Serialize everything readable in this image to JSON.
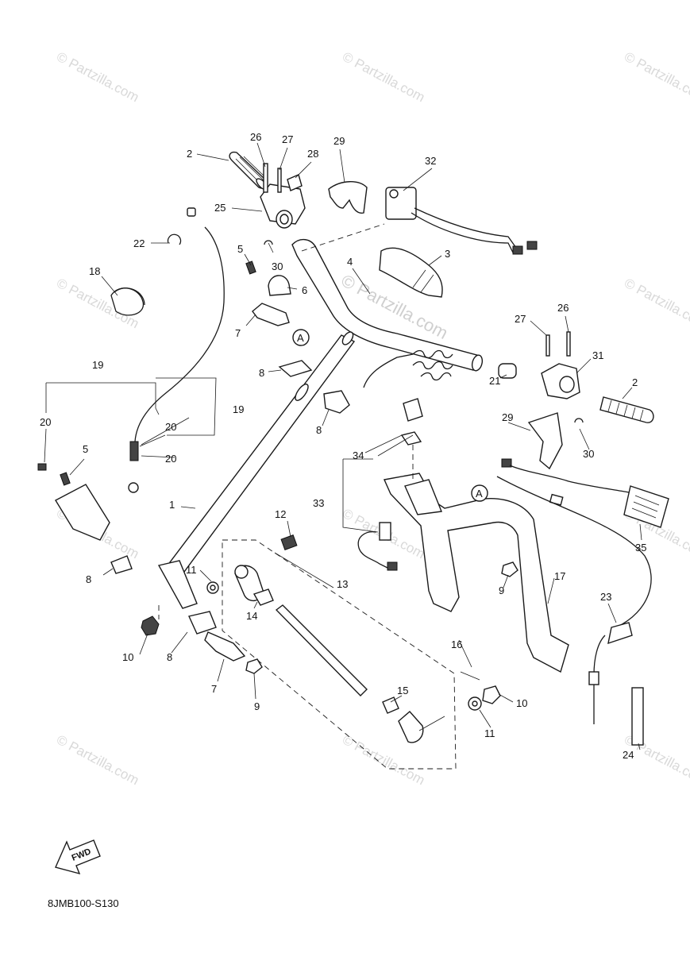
{
  "diagram": {
    "code": "8JMB100-S130",
    "fwd_label": "FWD",
    "watermark": "© Partzilla.com",
    "ref_letter": "A",
    "callouts": {
      "c1": "1",
      "c2a": "2",
      "c2b": "2",
      "c3": "3",
      "c4": "4",
      "c5a": "5",
      "c5b": "5",
      "c6": "6",
      "c7a": "7",
      "c7b": "7",
      "c8a": "8",
      "c8b": "8",
      "c8c": "8",
      "c8d": "8",
      "c9a": "9",
      "c9b": "9",
      "c10a": "10",
      "c10b": "10",
      "c11a": "11",
      "c11b": "11",
      "c12": "12",
      "c13": "13",
      "c14": "14",
      "c15": "15",
      "c16": "16",
      "c17": "17",
      "c18": "18",
      "c19a": "19",
      "c19b": "19",
      "c20a": "20",
      "c20b": "20",
      "c20c": "20",
      "c21": "21",
      "c22": "22",
      "c23": "23",
      "c24": "24",
      "c25": "25",
      "c26a": "26",
      "c26b": "26",
      "c27a": "27",
      "c27b": "27",
      "c28": "28",
      "c29a": "29",
      "c29b": "29",
      "c30a": "30",
      "c30b": "30",
      "c31": "31",
      "c32": "32",
      "c33": "33",
      "c34": "34",
      "c35": "35"
    }
  }
}
